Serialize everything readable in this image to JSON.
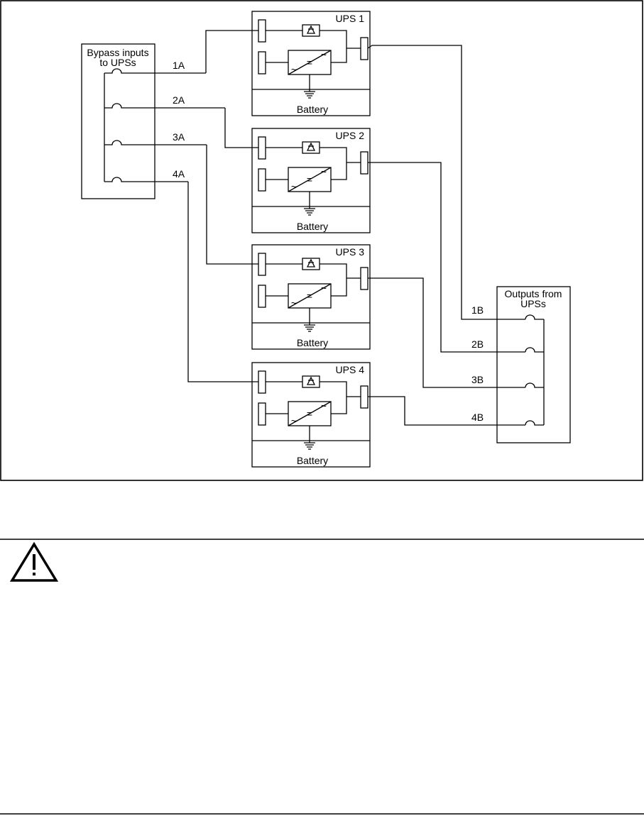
{
  "diagram": {
    "bypass_box": {
      "line1": "Bypass inputs",
      "line2": "to UPSs"
    },
    "outputs_box": {
      "line1": "Outputs from",
      "line2": "UPSs"
    },
    "ups_units": [
      {
        "title": "UPS 1",
        "battery": "Battery",
        "converter_symbol": "="
      },
      {
        "title": "UPS 2",
        "battery": "Battery",
        "converter_symbol": "="
      },
      {
        "title": "UPS 3",
        "battery": "Battery",
        "converter_symbol": "="
      },
      {
        "title": "UPS 4",
        "battery": "Battery",
        "converter_symbol": "="
      }
    ],
    "input_labels": [
      "1A",
      "2A",
      "3A",
      "4A"
    ],
    "output_labels": [
      "1B",
      "2B",
      "3B",
      "4B"
    ]
  },
  "warning": {
    "icon": "warning-triangle-icon"
  },
  "colors": {
    "line": "#000000",
    "background": "#ffffff"
  }
}
